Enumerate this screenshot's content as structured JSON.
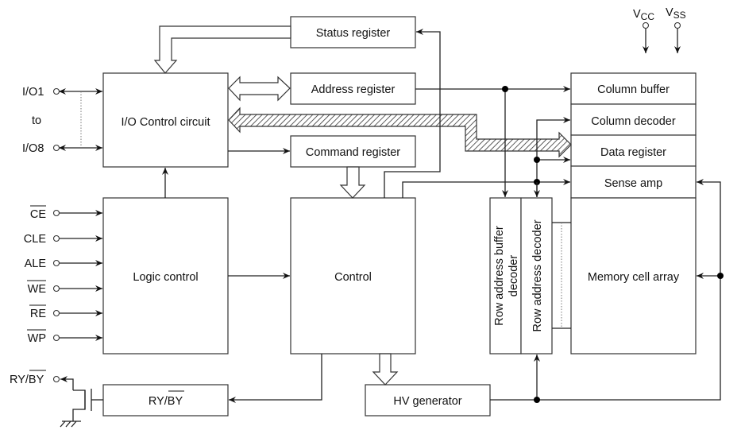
{
  "diagram": {
    "type": "NAND flash memory block diagram",
    "blocks": {
      "status_register": "Status register",
      "address_register": "Address register",
      "command_register": "Command register",
      "io_control": "I/O Control circuit",
      "logic_control": "Logic control",
      "control": "Control",
      "ryby_block_a": "RY/",
      "ryby_block_b": "BY",
      "hv_generator": "HV generator",
      "column_buffer": "Column buffer",
      "column_decoder": "Column decoder",
      "data_register": "Data register",
      "sense_amp": "Sense amp",
      "memory_cell_array": "Memory cell array",
      "row_address_buffer_decoder_line1": "Row address buffer",
      "row_address_buffer_decoder_line2": "decoder",
      "row_address_decoder": "Row address decoder"
    },
    "pins": {
      "io1": "I/O1",
      "to": "to",
      "io8": "I/O8",
      "ce": "CE",
      "cle": "CLE",
      "ale": "ALE",
      "we": "WE",
      "re": "RE",
      "wp": "WP",
      "ryby_a": "RY/",
      "ryby_b": "BY",
      "vcc_v": "V",
      "vcc_sub": "CC",
      "vss_v": "V",
      "vss_sub": "SS"
    },
    "overlined_pins": [
      "CE",
      "WE",
      "RE",
      "WP",
      "BY"
    ]
  }
}
